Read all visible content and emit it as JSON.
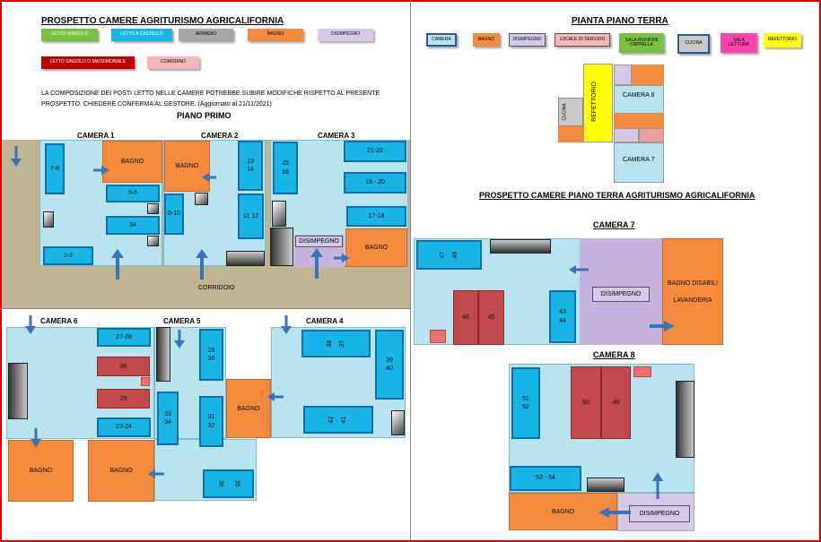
{
  "title_left": "PROSPETTO CAMERE AGRITURISMO AGRICALIFORNIA",
  "legend": {
    "letto_singolo": "LETTO SINGOLO",
    "letto_castello": "LETTO A  CASTELLO",
    "armadio": "ARMADIO",
    "bagno": "BAGNO",
    "disimpegno": "DISIMPEGNO",
    "letto_matrimoniale": "LETTO SINGOLO  O  MATRIMONIALE",
    "comodino": "COMODINO"
  },
  "note_line1": "LA COMPOSIZIONE DEI POSTI LETTO NELLE CAMERE POTREBBE  SUBIRE MODIFICHE  RISPETTO AL PRESENTE",
  "note_line2": "PROSPETTO. CHIEDERE CONFERMA AL GESTORE. (Aggiornato al 21/11/2021)",
  "piano_primo": "PIANO PRIMO",
  "corridoio": "CORRIDOIO",
  "bagno": "BAGNO",
  "disimpegno": "DISIMPEGNO",
  "rooms": {
    "c1": "CAMERA   1",
    "c2": "CAMERA   2",
    "c3": "CAMERA   3",
    "c4": "CAMERA   4",
    "c5": "CAMERA   5",
    "c6": "CAMERA   6",
    "c7": "CAMERA  7",
    "c8": "CAMERA  8",
    "c7p": "CAMERA 7",
    "c8p": "CAMERA 8"
  },
  "beds": {
    "b78": "7-8",
    "b56": "5-6",
    "b34": "34",
    "b12": "1-2",
    "b910": "9-10",
    "b1314a": "13",
    "b1314b": "14",
    "b1112": "11  12",
    "b15": "15",
    "b16": "16",
    "b2122": "21-22",
    "b1920": "19 - 20",
    "b1718": "17-18",
    "b2728": "27-28",
    "b26": "26",
    "b25": "25",
    "b2324": "23-24",
    "b29": "29",
    "b30": "30",
    "b33": "33",
    "b31": "31",
    "b32": "32",
    "b35": "35",
    "b36": "36",
    "b37": "37",
    "b38": "38",
    "b39": "39",
    "b40": "40",
    "b41": "41",
    "b42": "42",
    "b47": "47",
    "b48": "48",
    "b46": "46",
    "b45": "45",
    "b43": "43",
    "b44": "44",
    "b51": "51",
    "b52": "52",
    "b50": "50",
    "b49": "49",
    "b5354": "53 -  54"
  },
  "bagno_disabili": "BAGNO DISABILI",
  "lavanderia": "LAVANDERIA",
  "pianta_title": "PIANTA PIANO TERRA",
  "legend_terra": {
    "camera": "CAMERA",
    "bagno": "BAGNO",
    "disimpegno": "DISIMPEGNO",
    "locale": "LOCALE DI SERVIZIO",
    "sala_riunioni_a": "SALA RIUNIONI",
    "sala_riunioni_b": "CAPPELLA",
    "cucina": "CUCINA",
    "sala_lettura_a": "SALA",
    "sala_lettura_b": "LETTURA",
    "refettorio": "REFETTORIO"
  },
  "cucina_v": "CUCINA",
  "refettorio_v": "REFETTORIO",
  "prospetto_terra": "PROSPETTO CAMERE PIANO TERRA AGRITURISMO AGRICALIFORNIA",
  "colors": {
    "bed": "#19b4e6",
    "double": "#c24a4a",
    "room": "#b8e4f0",
    "bath": "#f38a3e",
    "corridor": "#bfb592",
    "disimpegno": "#d6c8e8",
    "frame": "#e00000",
    "refettorio": "#ffff00",
    "sala": "#ff44aa",
    "green": "#7ac142"
  }
}
